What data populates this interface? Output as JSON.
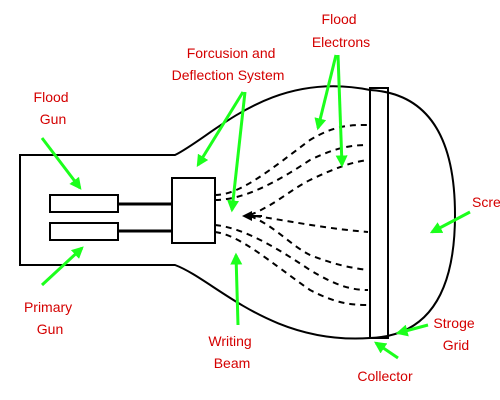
{
  "colors": {
    "outline": "#000000",
    "label": "#d40000",
    "arrow": "#1cff1c",
    "background": "#ffffff"
  },
  "labels": {
    "flood_electrons": [
      "Flood",
      "Electrons"
    ],
    "focusion": [
      "Forcusion and",
      "Deflection System"
    ],
    "flood_gun": [
      "Flood",
      "Gun"
    ],
    "screen": "Screen",
    "primary_gun": [
      "Primary",
      "Gun"
    ],
    "writing_beam": [
      "Writing",
      "Beam"
    ],
    "storage_grid": [
      "Stroge",
      "Grid"
    ],
    "collector": "Collector"
  }
}
